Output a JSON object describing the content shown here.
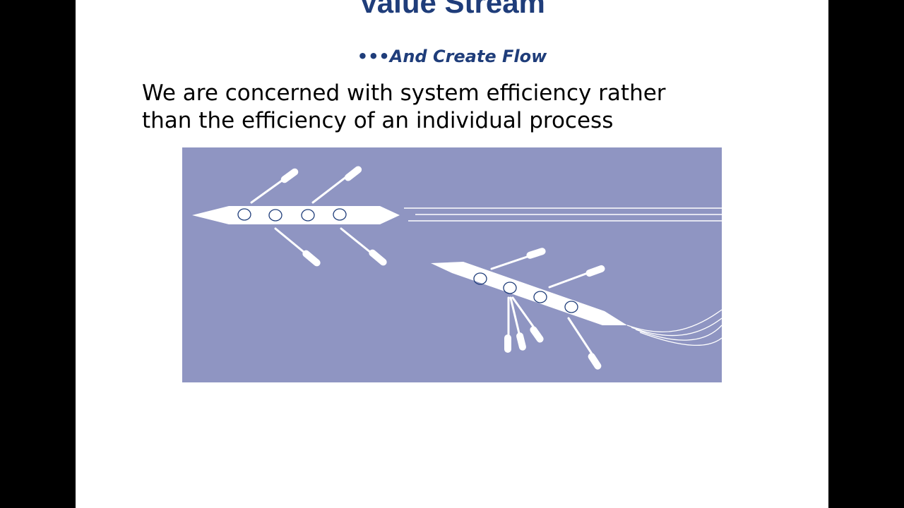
{
  "slide": {
    "title": "Value Stream",
    "subtitle": "•••And Create Flow",
    "body_lines": [
      "We are concerned with system efficiency rather",
      "than the efficiency of an individual process"
    ]
  },
  "illustration": {
    "background_color": "#8f95c2",
    "icon": "rowing-boats-illustration"
  }
}
